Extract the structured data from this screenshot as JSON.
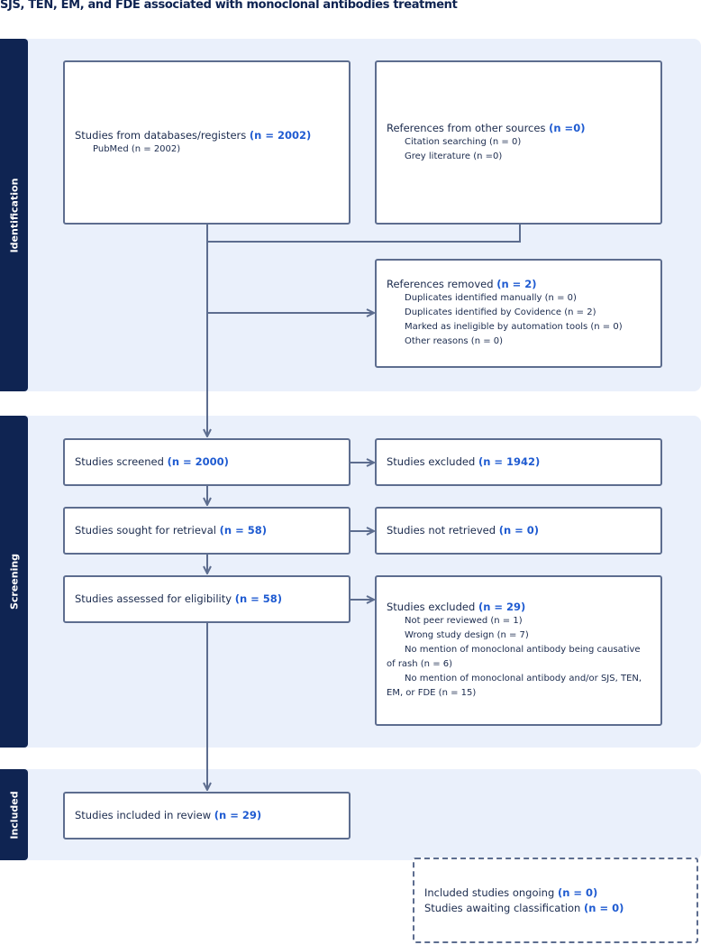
{
  "title": "SJS, TEN, EM, and FDE associated with monoclonal antibodies treatment",
  "sections": {
    "identification": "Identification",
    "screening": "Screening",
    "included": "Included"
  },
  "boxes": {
    "databases": {
      "label": "Studies from databases/registers",
      "count": "(n = 2002)",
      "subs": [
        "PubMed (n = 2002)"
      ]
    },
    "other_sources": {
      "label": "References from other sources",
      "count": "(n =0)",
      "subs": [
        "Citation searching (n = 0)",
        "Grey literature (n =0)"
      ]
    },
    "removed": {
      "label": "References removed",
      "count": "(n = 2)",
      "subs": [
        "Duplicates identified manually (n = 0)",
        "Duplicates identified by Covidence (n = 2)",
        "Marked as ineligible by automation tools (n = 0)",
        "Other reasons (n = 0)"
      ]
    },
    "screened": {
      "label": "Studies screened",
      "count": "(n = 2000)"
    },
    "excluded_screen": {
      "label": "Studies excluded",
      "count": "(n = 1942)"
    },
    "sought": {
      "label": "Studies sought for retrieval",
      "count": "(n = 58)"
    },
    "not_retrieved": {
      "label": "Studies not retrieved",
      "count": "(n = 0)"
    },
    "assessed": {
      "label": "Studies assessed for eligibility",
      "count": "(n = 58)"
    },
    "excluded_elig": {
      "label": "Studies excluded",
      "count": "(n = 29)",
      "subs": [
        "Not peer reviewed (n = 1)",
        "Wrong study design (n = 7)",
        "No mention of monoclonal antibody being causative of rash (n = 6)",
        "No mention of monoclonal antibody and/or SJS, TEN, EM, or FDE (n = 15)"
      ]
    },
    "included": {
      "label": "Studies included in review",
      "count": "(n = 29)"
    },
    "ongoing": {
      "line1_label": "Included studies ongoing",
      "line1_count": "(n = 0)",
      "line2_label": "Studies awaiting classification",
      "line2_count": "(n = 0)"
    }
  },
  "colors": {
    "navy": "#0f2452",
    "panel": "#eaf0fb",
    "accent": "#1f5bd1",
    "line": "#5d6d8f"
  }
}
